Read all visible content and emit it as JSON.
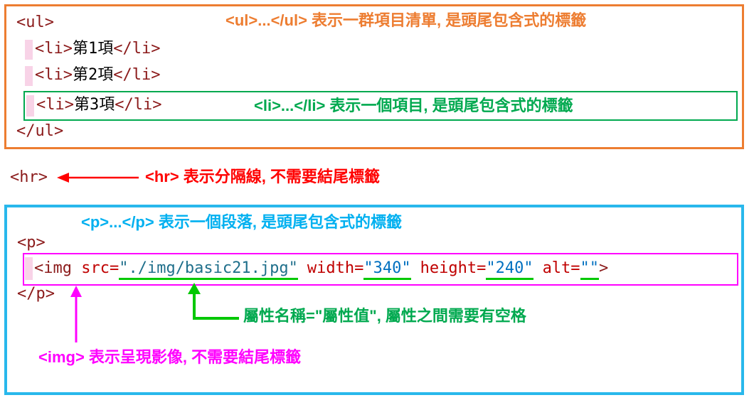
{
  "ul_section": {
    "annotation": "<ul>...</ul> 表示一群項目清單, 是頭尾包含式的標籤",
    "ul_open": "<ul>",
    "ul_close": "</ul>",
    "items": [
      {
        "open": "<li>",
        "text": "第1項",
        "close": "</li>"
      },
      {
        "open": "<li>",
        "text": "第2項",
        "close": "</li>"
      },
      {
        "open": "<li>",
        "text": "第3項",
        "close": "</li>"
      }
    ],
    "li_annotation": "<li>...</li> 表示一個項目, 是頭尾包含式的標籤"
  },
  "hr_section": {
    "code": "<hr>",
    "annotation": "<hr> 表示分隔線, 不需要結尾標籤"
  },
  "p_section": {
    "p_annotation": "<p>...</p> 表示一個段落, 是頭尾包含式的標籤",
    "p_open": "<p>",
    "p_close": "</p>",
    "img": {
      "tag": "<img ",
      "attrs": [
        {
          "name": "src=",
          "value": "\"./img/basic21.jpg\""
        },
        {
          "name": "width=",
          "value": "\"340\""
        },
        {
          "name": "height=",
          "value": "\"240\""
        },
        {
          "name": "alt=",
          "value": "\"\""
        }
      ],
      "close": ">"
    },
    "attr_annotation": "屬性名稱=\"屬性值\",  屬性之間需要有空格",
    "img_annotation": "<img> 表示呈現影像, 不需要結尾標籤"
  },
  "colors": {
    "orange_border": "#ED7D31",
    "green": "#00A94F",
    "underline_green": "#00C800",
    "cyan_border": "#29B8EC",
    "magenta": "#FF00FF",
    "red": "#FF0000",
    "tag_maroon": "#8B1A1A",
    "attr_name_red": "#C00000",
    "attr_value_blue": "#0070C0",
    "src_value_teal": "#1F6F8B",
    "indent_highlight_pink": "#F8D3E7"
  }
}
